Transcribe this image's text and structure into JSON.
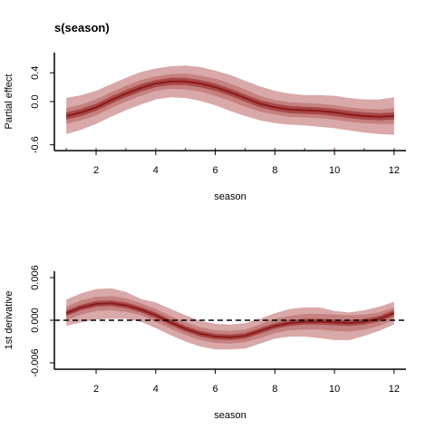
{
  "chart_data": [
    {
      "type": "line",
      "title": "s(season)",
      "xlabel": "season",
      "ylabel": "Partial effect",
      "xlim": [
        0.6,
        12.4
      ],
      "ylim": [
        -0.68,
        0.68
      ],
      "xticks": [
        2,
        4,
        6,
        8,
        10,
        12
      ],
      "yticks": [
        -0.6,
        0.0,
        0.4
      ],
      "ytick_labels": [
        "-0.6",
        "0.0",
        "0.4"
      ],
      "rug": [
        1,
        2,
        3,
        4,
        5,
        6,
        7,
        8,
        9,
        10,
        11,
        12
      ],
      "grid": false,
      "x": [
        1.0,
        1.5,
        2.0,
        2.5,
        3.0,
        3.5,
        4.0,
        4.5,
        5.0,
        5.5,
        6.0,
        6.5,
        7.0,
        7.5,
        8.0,
        8.5,
        9.0,
        9.5,
        10.0,
        10.5,
        11.0,
        11.5,
        12.0
      ],
      "series": [
        {
          "values": [
            -0.2,
            -0.15,
            -0.08,
            0.02,
            0.11,
            0.19,
            0.25,
            0.28,
            0.28,
            0.25,
            0.2,
            0.13,
            0.05,
            -0.03,
            -0.08,
            -0.11,
            -0.12,
            -0.13,
            -0.15,
            -0.18,
            -0.2,
            -0.21,
            -0.2
          ]
        }
      ],
      "bands": [
        {
          "level": "outer",
          "lower": [
            -0.45,
            -0.39,
            -0.31,
            -0.21,
            -0.12,
            -0.04,
            0.03,
            0.06,
            0.05,
            0.01,
            -0.05,
            -0.13,
            -0.2,
            -0.26,
            -0.3,
            -0.32,
            -0.33,
            -0.35,
            -0.37,
            -0.4,
            -0.43,
            -0.45,
            -0.46
          ],
          "upper": [
            0.05,
            0.09,
            0.15,
            0.24,
            0.33,
            0.41,
            0.46,
            0.49,
            0.5,
            0.48,
            0.43,
            0.37,
            0.29,
            0.21,
            0.15,
            0.11,
            0.09,
            0.09,
            0.08,
            0.05,
            0.03,
            0.03,
            0.06
          ]
        },
        {
          "level": "middle",
          "lower": [
            -0.31,
            -0.26,
            -0.19,
            -0.09,
            0.0,
            0.08,
            0.15,
            0.18,
            0.17,
            0.14,
            0.08,
            0.01,
            -0.07,
            -0.14,
            -0.18,
            -0.21,
            -0.22,
            -0.23,
            -0.25,
            -0.28,
            -0.3,
            -0.31,
            -0.31
          ],
          "upper": [
            -0.09,
            -0.04,
            0.03,
            0.13,
            0.22,
            0.3,
            0.35,
            0.38,
            0.39,
            0.36,
            0.32,
            0.25,
            0.17,
            0.08,
            0.02,
            -0.01,
            -0.02,
            -0.03,
            -0.05,
            -0.08,
            -0.1,
            -0.11,
            -0.09
          ]
        },
        {
          "level": "inner",
          "lower": [
            -0.25,
            -0.2,
            -0.13,
            -0.03,
            0.06,
            0.14,
            0.2,
            0.23,
            0.23,
            0.2,
            0.15,
            0.08,
            0.0,
            -0.08,
            -0.13,
            -0.16,
            -0.17,
            -0.18,
            -0.2,
            -0.23,
            -0.25,
            -0.26,
            -0.25
          ],
          "upper": [
            -0.15,
            -0.1,
            -0.03,
            0.07,
            0.16,
            0.24,
            0.3,
            0.33,
            0.33,
            0.3,
            0.25,
            0.18,
            0.1,
            0.02,
            -0.03,
            -0.06,
            -0.07,
            -0.08,
            -0.1,
            -0.13,
            -0.15,
            -0.16,
            -0.15
          ]
        }
      ],
      "colors": {
        "line": "#8b1a1a",
        "outer": "#d9a8a8",
        "middle": "#c58080",
        "inner": "#a84848",
        "rug": "#8b1a1a"
      }
    },
    {
      "type": "line",
      "title": "",
      "xlabel": "season",
      "ylabel": "1st derivative",
      "xlim": [
        0.6,
        12.4
      ],
      "ylim": [
        -0.0069,
        0.0069
      ],
      "xticks": [
        2,
        4,
        6,
        8,
        10,
        12
      ],
      "yticks": [
        -0.006,
        0.0,
        0.006
      ],
      "ytick_labels": [
        "-0.006",
        "0.000",
        "0.006"
      ],
      "reference_line": 0,
      "grid": false,
      "x": [
        1.0,
        1.5,
        2.0,
        2.5,
        3.0,
        3.5,
        4.0,
        4.5,
        5.0,
        5.5,
        6.0,
        6.5,
        7.0,
        7.5,
        8.0,
        8.5,
        9.0,
        9.5,
        10.0,
        10.5,
        11.0,
        11.5,
        12.0
      ],
      "series": [
        {
          "values": [
            0.001,
            0.0018,
            0.0023,
            0.0024,
            0.0021,
            0.0015,
            0.0007,
            -0.0003,
            -0.0012,
            -0.0019,
            -0.0023,
            -0.0024,
            -0.0022,
            -0.0015,
            -0.0008,
            -0.0004,
            -0.0002,
            -0.0002,
            -0.0003,
            -0.0004,
            -0.0002,
            0.0002,
            0.001
          ]
        }
      ],
      "bands": [
        {
          "level": "outer",
          "lower": [
            -0.0008,
            -0.0003,
            0.0001,
            0.0002,
            0.0002,
            -0.0002,
            -0.0011,
            -0.0021,
            -0.003,
            -0.0037,
            -0.0041,
            -0.0041,
            -0.004,
            -0.0033,
            -0.0026,
            -0.0023,
            -0.0023,
            -0.0025,
            -0.0028,
            -0.0028,
            -0.0022,
            -0.0015,
            -0.0006
          ],
          "upper": [
            0.0029,
            0.0038,
            0.0044,
            0.0045,
            0.004,
            0.003,
            0.0025,
            0.0016,
            0.0007,
            -0.0001,
            -0.0005,
            -0.0006,
            -0.0004,
            0.0002,
            0.001,
            0.0016,
            0.0018,
            0.0018,
            0.0013,
            0.0011,
            0.0014,
            0.0019,
            0.0026
          ]
        },
        {
          "level": "middle",
          "lower": [
            0.0,
            0.0008,
            0.0013,
            0.0014,
            0.0012,
            0.0007,
            -0.0002,
            -0.0012,
            -0.0021,
            -0.0028,
            -0.0032,
            -0.0033,
            -0.0031,
            -0.0025,
            -0.0018,
            -0.0014,
            -0.0013,
            -0.0013,
            -0.0015,
            -0.0016,
            -0.0013,
            -0.0008,
            0.0001
          ],
          "upper": [
            0.0019,
            0.0028,
            0.0033,
            0.0034,
            0.0031,
            0.0024,
            0.0016,
            0.0006,
            -0.0003,
            -0.001,
            -0.0014,
            -0.0015,
            -0.0013,
            -0.0006,
            0.0002,
            0.0006,
            0.0009,
            0.0009,
            0.0008,
            0.0007,
            0.0008,
            0.0011,
            0.0018
          ]
        },
        {
          "level": "inner",
          "lower": [
            0.0006,
            0.0014,
            0.0019,
            0.002,
            0.0017,
            0.0011,
            0.0003,
            -0.0007,
            -0.0016,
            -0.0023,
            -0.0027,
            -0.0028,
            -0.0026,
            -0.0019,
            -0.0012,
            -0.0008,
            -0.0006,
            -0.0006,
            -0.0007,
            -0.0008,
            -0.0006,
            -0.0002,
            0.0006
          ],
          "upper": [
            0.0014,
            0.0022,
            0.0027,
            0.0028,
            0.0025,
            0.0019,
            0.0011,
            0.0001,
            -0.0008,
            -0.0015,
            -0.0019,
            -0.002,
            -0.0018,
            -0.0011,
            -0.0004,
            0.0,
            0.0002,
            0.0002,
            0.0001,
            0.0,
            0.0002,
            0.0006,
            0.0014
          ]
        }
      ],
      "colors": {
        "line": "#8b1a1a",
        "outer": "#d9a8a8",
        "middle": "#c58080",
        "inner": "#a84848",
        "reference": "#000000"
      }
    }
  ]
}
